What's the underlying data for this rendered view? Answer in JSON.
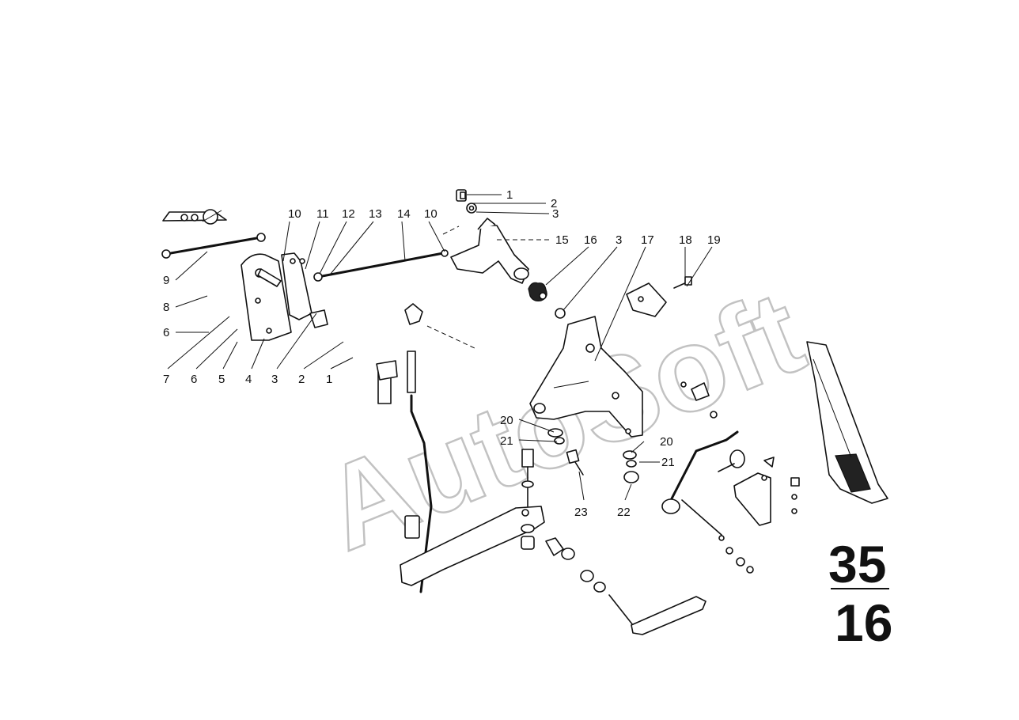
{
  "watermark": "AutoSoft",
  "group": {
    "main": "35",
    "sub": "16"
  },
  "callouts": [
    {
      "label": "1"
    },
    {
      "label": "2"
    },
    {
      "label": "3"
    },
    {
      "label": "10"
    },
    {
      "label": "11"
    },
    {
      "label": "12"
    },
    {
      "label": "13"
    },
    {
      "label": "14"
    },
    {
      "label": "10"
    },
    {
      "label": "15"
    },
    {
      "label": "16"
    },
    {
      "label": "3"
    },
    {
      "label": "17"
    },
    {
      "label": "18"
    },
    {
      "label": "19"
    },
    {
      "label": "9"
    },
    {
      "label": "8"
    },
    {
      "label": "6"
    },
    {
      "label": "7"
    },
    {
      "label": "6"
    },
    {
      "label": "5"
    },
    {
      "label": "4"
    },
    {
      "label": "3"
    },
    {
      "label": "2"
    },
    {
      "label": "1"
    },
    {
      "label": "20"
    },
    {
      "label": "21"
    },
    {
      "label": "20"
    },
    {
      "label": "21"
    },
    {
      "label": "23"
    },
    {
      "label": "22"
    }
  ]
}
